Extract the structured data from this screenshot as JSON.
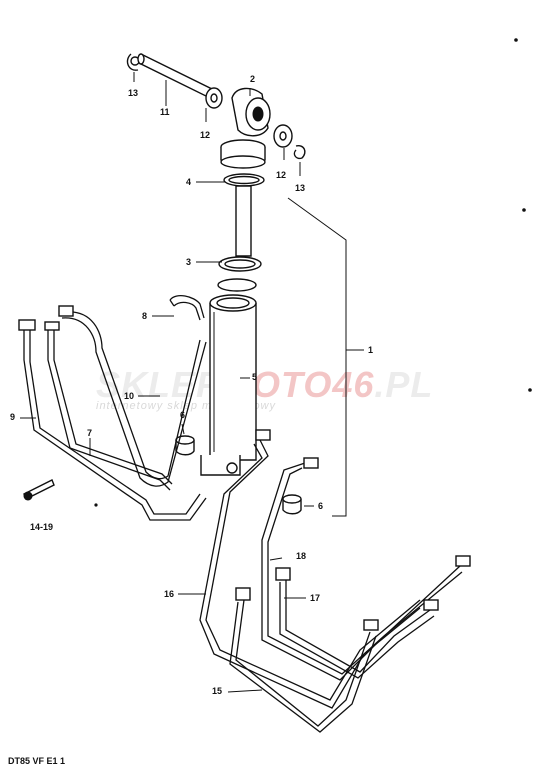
{
  "watermark": {
    "title_main": "SKLEP",
    "title_accent": "MOTO46",
    "title_suffix": ".PL",
    "subtitle": "internetowy sklep motocyklowy"
  },
  "callouts": [
    {
      "id": "c1",
      "label": "1"
    },
    {
      "id": "c2",
      "label": "2"
    },
    {
      "id": "c3",
      "label": "3"
    },
    {
      "id": "c4",
      "label": "4"
    },
    {
      "id": "c5",
      "label": "5"
    },
    {
      "id": "c6a",
      "label": "6"
    },
    {
      "id": "c6b",
      "label": "6"
    },
    {
      "id": "c7",
      "label": "7"
    },
    {
      "id": "c8",
      "label": "8"
    },
    {
      "id": "c9",
      "label": "9"
    },
    {
      "id": "c10",
      "label": "10"
    },
    {
      "id": "c11",
      "label": "11"
    },
    {
      "id": "c12a",
      "label": "12"
    },
    {
      "id": "c12b",
      "label": "12"
    },
    {
      "id": "c13a",
      "label": "13"
    },
    {
      "id": "c13b",
      "label": "13"
    },
    {
      "id": "c14",
      "label": "14-19"
    },
    {
      "id": "c15",
      "label": "15"
    },
    {
      "id": "c16",
      "label": "16"
    },
    {
      "id": "c17",
      "label": "17"
    },
    {
      "id": "c18",
      "label": "18"
    }
  ],
  "footer": {
    "code": "DT85 VF E1 1"
  }
}
